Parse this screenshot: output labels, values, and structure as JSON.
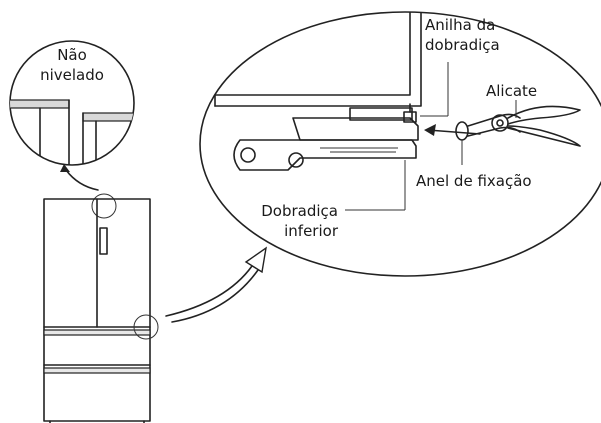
{
  "labels": {
    "not_level_line1": "Não",
    "not_level_line2": "nivelado",
    "hinge_washer_line1": "Anilha da",
    "hinge_washer_line2": "dobradiça",
    "pliers": "Alicate",
    "retaining_ring": "Anel de fixação",
    "lower_hinge_line1": "Dobradiça",
    "lower_hinge_line2": "inferior"
  }
}
